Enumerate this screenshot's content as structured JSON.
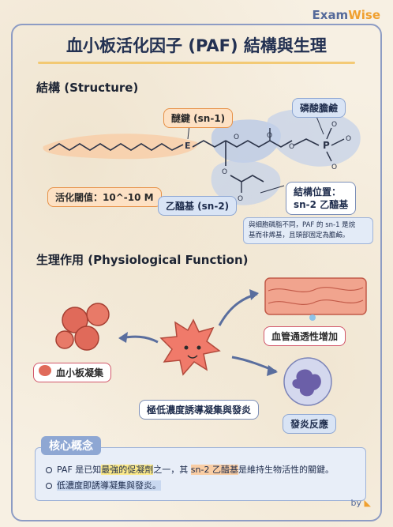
{
  "brand": {
    "part1": "Exam",
    "part2": "Wise"
  },
  "title": "血小板活化因子 (PAF) 結構與生理",
  "structure": {
    "heading": "結構 (Structure)",
    "labels": {
      "ether_bond": "醚鍵 (sn-1)",
      "phosphocholine": "磷酸膽鹼",
      "activation_threshold": "活化閾值：10^-10 M",
      "acetyl": "乙醯基 (sn-2)",
      "position": "結構位置：",
      "position2": "sn-2 乙醯基",
      "atom_e": "E",
      "atom_p": "P",
      "atom_o": "O"
    },
    "note_line1": "與細胞磷脂不同，PAF 的 sn-1 是烷",
    "note_line2": "基而非烯基，且頭部固定為膽鹼。"
  },
  "physiology": {
    "heading": "生理作用 (Physiological Function)",
    "center_label": "極低濃度誘導凝集與發炎",
    "platelet_label": "血小板凝集",
    "vessel_label": "血管通透性增加",
    "inflammation_label": "發炎反應"
  },
  "core": {
    "heading": "核心概念",
    "line1_a": "PAF 是已知",
    "line1_b": "最強的促凝劑",
    "line1_c": "之一，其 ",
    "line1_d": "sn-2 乙醯基",
    "line1_e": "是維持生物活性的關鍵。",
    "line2": "低濃度即誘導凝集與發炎。"
  },
  "by": "by",
  "colors": {
    "accent_blue": "#8ea7d3",
    "accent_orange": "#e79046",
    "cell_red": "#f07a6a"
  }
}
